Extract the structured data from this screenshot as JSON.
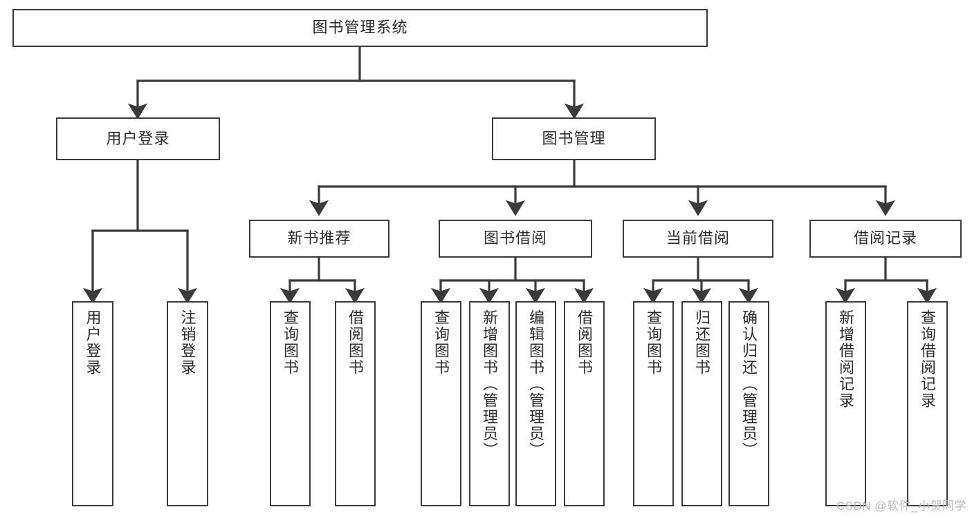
{
  "diagram": {
    "type": "tree",
    "title": "图书管理系统",
    "watermark": "CSDN @软件_小贺同学",
    "colors": {
      "box_border": "#3a3a3a",
      "box_fill": "#ffffff",
      "connector": "#3a3a3a",
      "text": "#2b2b2b",
      "watermark": "#b9b9b9"
    },
    "nodes": {
      "root": {
        "label": "图书管理系统",
        "level": 0
      },
      "user_login": {
        "label": "用户登录",
        "level": 1
      },
      "book_manage": {
        "label": "图书管理",
        "level": 1
      },
      "new_book_rec": {
        "label": "新书推荐",
        "level": 2
      },
      "book_borrow": {
        "label": "图书借阅",
        "level": 2
      },
      "current_borrow": {
        "label": "当前借阅",
        "level": 2
      },
      "borrow_record": {
        "label": "借阅记录",
        "level": 2
      },
      "leaf_user_login": {
        "label": "用户登录",
        "level": 3
      },
      "leaf_logout": {
        "label": "注销登录",
        "level": 3
      },
      "leaf_query_book_1": {
        "label": "查询图书",
        "level": 3
      },
      "leaf_borrow_book_1": {
        "label": "借阅图书",
        "level": 3
      },
      "leaf_query_book_2": {
        "label": "查询图书",
        "level": 3
      },
      "leaf_add_book": {
        "label": "新增图书（管理员）",
        "level": 3
      },
      "leaf_edit_book": {
        "label": "编辑图书（管理员）",
        "level": 3
      },
      "leaf_borrow_book_2": {
        "label": "借阅图书",
        "level": 3
      },
      "leaf_query_book_3": {
        "label": "查询图书",
        "level": 3
      },
      "leaf_return_book": {
        "label": "归还图书",
        "level": 3
      },
      "leaf_confirm_return": {
        "label": "确认归还（管理员）",
        "level": 3
      },
      "leaf_add_record": {
        "label": "新增借阅记录",
        "level": 3
      },
      "leaf_query_record": {
        "label": "查询借阅记录",
        "level": 3
      }
    },
    "edges": [
      {
        "from": "root",
        "to": "user_login"
      },
      {
        "from": "root",
        "to": "book_manage"
      },
      {
        "from": "user_login",
        "to": "leaf_user_login"
      },
      {
        "from": "user_login",
        "to": "leaf_logout"
      },
      {
        "from": "book_manage",
        "to": "new_book_rec"
      },
      {
        "from": "book_manage",
        "to": "book_borrow"
      },
      {
        "from": "book_manage",
        "to": "current_borrow"
      },
      {
        "from": "book_manage",
        "to": "borrow_record"
      },
      {
        "from": "new_book_rec",
        "to": "leaf_query_book_1"
      },
      {
        "from": "new_book_rec",
        "to": "leaf_borrow_book_1"
      },
      {
        "from": "book_borrow",
        "to": "leaf_query_book_2"
      },
      {
        "from": "book_borrow",
        "to": "leaf_add_book"
      },
      {
        "from": "book_borrow",
        "to": "leaf_edit_book"
      },
      {
        "from": "book_borrow",
        "to": "leaf_borrow_book_2"
      },
      {
        "from": "current_borrow",
        "to": "leaf_query_book_3"
      },
      {
        "from": "current_borrow",
        "to": "leaf_return_book"
      },
      {
        "from": "current_borrow",
        "to": "leaf_confirm_return"
      },
      {
        "from": "borrow_record",
        "to": "leaf_add_record"
      },
      {
        "from": "borrow_record",
        "to": "leaf_query_record"
      }
    ]
  }
}
